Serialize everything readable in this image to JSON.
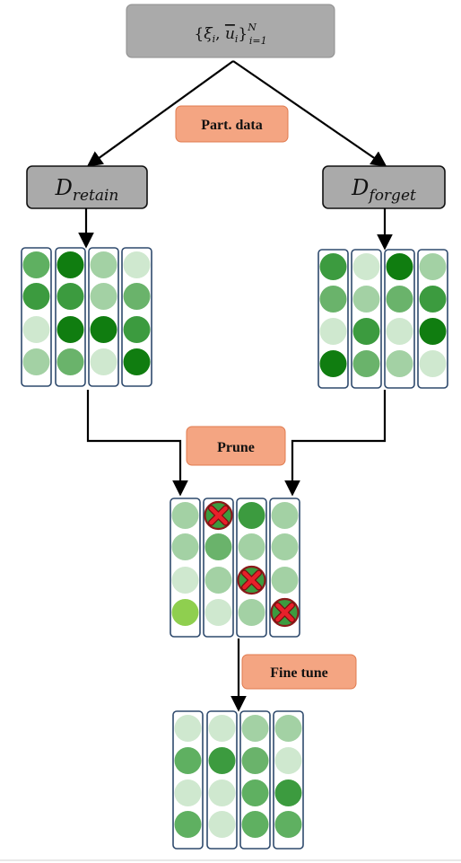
{
  "title": {
    "xi": "ξ",
    "u": "u",
    "sup": "N",
    "sub": "i=1"
  },
  "labels": {
    "d_retain_base": "D",
    "d_retain_sub": "retain",
    "d_forget_base": "D",
    "d_forget_sub": "forget",
    "part_data": "Part. data",
    "prune": "Prune",
    "fine_tune": "Fine tune"
  },
  "colors": {
    "box_gray": "#aaaaaa",
    "label_fill": "#f4a582",
    "label_stroke": "#e07b4f",
    "column_stroke": "#2f4a6d",
    "prune_mark_fill": "#e8202a",
    "prune_mark_ring": "#8b1a1a"
  },
  "networks": {
    "retain": [
      [
        "#5fb061",
        "#3c9b3f",
        "#cfe8cf",
        "#a3d1a4"
      ],
      [
        "#107d10",
        "#3c9b3f",
        "#107d10",
        "#6ab36b"
      ],
      [
        "#a3d1a4",
        "#a3d1a4",
        "#107d10",
        "#cfe8cf"
      ],
      [
        "#cfe8cf",
        "#6ab36b",
        "#3c9b3f",
        "#107d10"
      ]
    ],
    "forget": [
      [
        "#3c9b3f",
        "#6ab36b",
        "#cfe8cf",
        "#107d10"
      ],
      [
        "#cfe8cf",
        "#a3d1a4",
        "#3c9b3f",
        "#6ab36b"
      ],
      [
        "#107d10",
        "#6ab36b",
        "#cfe8cf",
        "#a3d1a4"
      ],
      [
        "#a3d1a4",
        "#3c9b3f",
        "#107d10",
        "#cfe8cf"
      ]
    ],
    "pruned": [
      [
        "#a3d1a4",
        "#a3d1a4",
        "#cfe8cf",
        "#8fcf4f"
      ],
      [
        "#3c9b3f",
        "#6ab36b",
        "#a3d1a4",
        "#cfe8cf"
      ],
      [
        "#3c9b3f",
        "#a3d1a4",
        "#3c9b3f",
        "#a3d1a4"
      ],
      [
        "#a3d1a4",
        "#a3d1a4",
        "#a3d1a4",
        "#3c9b3f"
      ]
    ],
    "pruned_marks": [
      [
        1,
        0
      ],
      [
        2,
        2
      ],
      [
        3,
        3
      ]
    ],
    "finetuned": [
      [
        "#cfe8cf",
        "#5fb061",
        "#cfe8cf",
        "#5fb061"
      ],
      [
        "#cfe8cf",
        "#3c9b3f",
        "#cfe8cf",
        "#cfe8cf"
      ],
      [
        "#a3d1a4",
        "#6ab36b",
        "#5fb061",
        "#5fb061"
      ],
      [
        "#a3d1a4",
        "#cfe8cf",
        "#3c9b3f",
        "#5fb061"
      ]
    ]
  }
}
